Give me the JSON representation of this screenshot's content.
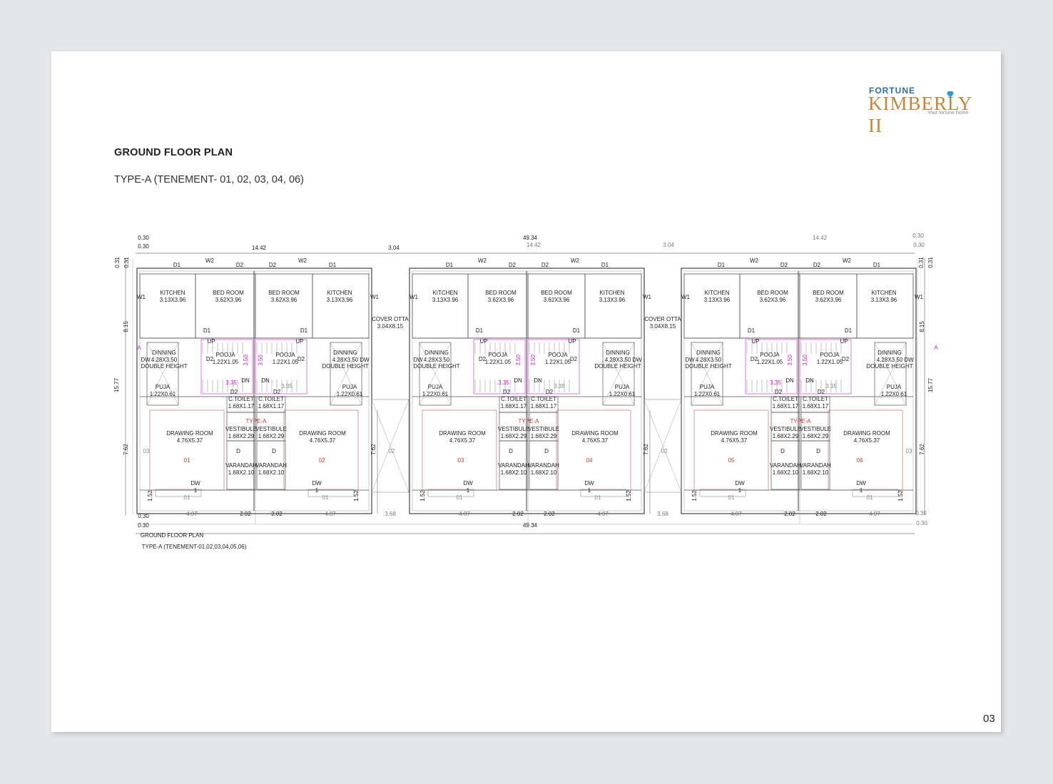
{
  "logo": {
    "line1": "FORTUNE",
    "line2": "KIMBERLY II",
    "tagline": "Your fortune home"
  },
  "heading": {
    "title": "GROUND FLOOR PLAN",
    "subtitle": "TYPE-A (TENEMENT- 01, 02, 03, 04, 06)"
  },
  "page_number": "03",
  "plan": {
    "caption1": "GROUND FLOOR PLAN",
    "caption2": "TYPE-A (TENEMENT-01,02,03,04,05,06)",
    "overall_width": "49.34",
    "block_width": "14.42",
    "otta_width": "3.04",
    "edge": "0.30",
    "edge2": "0.31",
    "total_depth": "15.77",
    "rear_depth": "8.15",
    "front_depth": "7.62",
    "front_strip": "1.52",
    "sub_dims": [
      "4.87",
      "2.02",
      "2.02",
      "4.87"
    ],
    "otta_front": "3.68",
    "rooms": {
      "kitchen": "KITCHEN",
      "kitchen_dim": "3.13X3.96",
      "bed": "BED ROOM",
      "bed_dim": "3.62X3.96",
      "dining": "DINNING",
      "dining_dim": "4.28X3.50",
      "dining_note": "DOUBLE HEIGHT",
      "pooja": "POOJA",
      "pooja_dim": "1.22X1.05",
      "puja": "PUJA",
      "puja_dim": "1.22X0.61",
      "toilet": "C.TOILET",
      "toilet_dim": "1.68X1.17",
      "drawing": "DRAWING ROOM",
      "drawing_dim": "4.76X5.37",
      "vestibule": "VESTIBULE",
      "vestibule_dim": "1.68X2.29",
      "varandah": "VARANDAH",
      "varandah_dim": "1.68X2.10",
      "cover_otta": "COVER OTTA",
      "cover_otta_dim": "3.04X8.15",
      "type_a": "TYPE-A"
    },
    "labels": {
      "d1": "D1",
      "d2": "D2",
      "w1": "W1",
      "w2": "W2",
      "dw": "DW",
      "d": "D",
      "up": "UP",
      "dn": "DN",
      "stair": "3.35",
      "stair_v": "3.50",
      "sec": "A",
      "one": "1",
      "z1": "01",
      "z2": "02",
      "z3": "03"
    },
    "units": [
      "01",
      "02",
      "03",
      "04",
      "05",
      "06"
    ]
  }
}
